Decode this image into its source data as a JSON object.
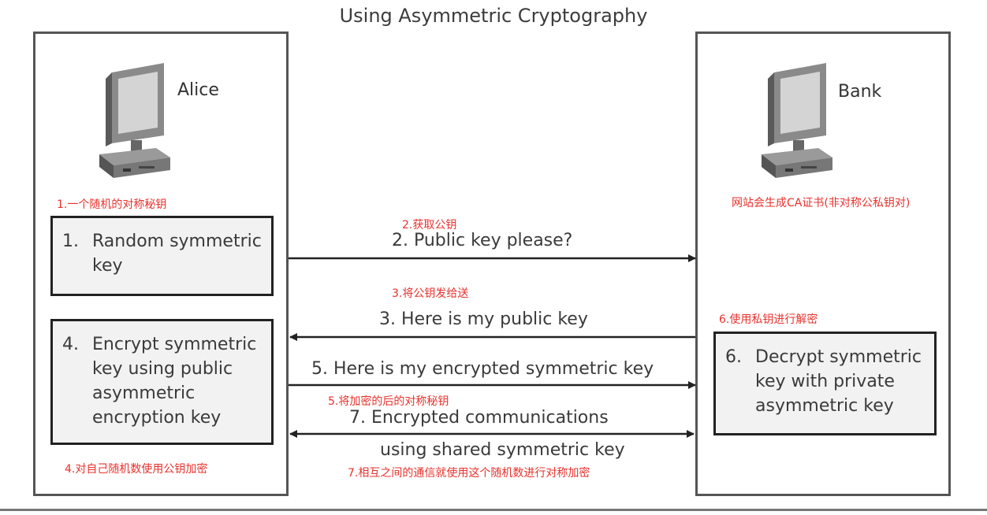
{
  "title": "Using Asymmetric Cryptography",
  "alice": {
    "name": "Alice",
    "note": "1.一个随机的对称秘钥",
    "box1": {
      "num": "1.",
      "text": "Random symmetric key"
    },
    "box2": {
      "num": "4.",
      "text": "Encrypt symmetric key using public asymmetric encryption key"
    },
    "bottom_note": "4.对自己随机数使用公钥加密"
  },
  "bank": {
    "name": "Bank",
    "note": "网站会生成CA证书(非对称公私钥对)",
    "box": {
      "num": "6.",
      "text": "Decrypt symmetric key with private asymmetric key"
    },
    "note6": "6.使用私钥进行解密"
  },
  "messages": [
    {
      "label": "2.  Public key please?",
      "note": "2.获取公钥",
      "direction": "right"
    },
    {
      "label": "3.  Here is my public key",
      "note": "3.将公钥发给送",
      "direction": "left"
    },
    {
      "label": "5.  Here is my encrypted symmetric key",
      "note": "5.将加密的后的对称秘钥",
      "direction": "right"
    },
    {
      "label": "7.  Encrypted communications",
      "label2": "using shared symmetric key",
      "note": "7.相互之间的通信就使用这个随机数进行对称加密",
      "direction": "both"
    }
  ]
}
